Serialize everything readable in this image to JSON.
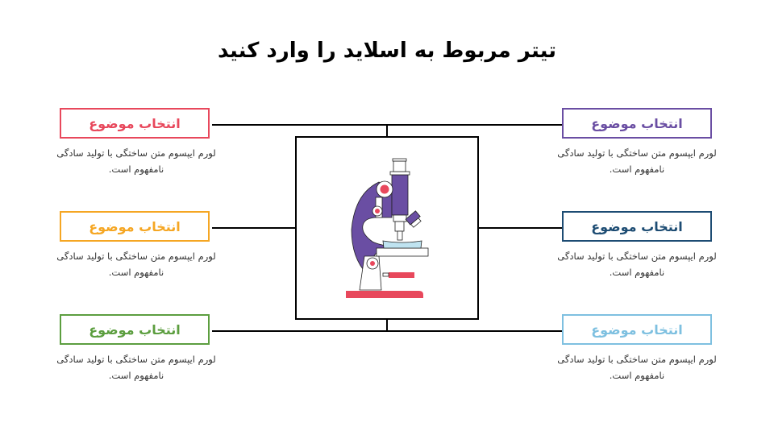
{
  "title": "تیتر مربوط به اسلاید را وارد کنید",
  "items": [
    {
      "heading": "انتخاب موضوع",
      "text": "لورم ایپسوم متن ساختگی با تولید سادگی نامفهوم است.",
      "color": "#e8485c"
    },
    {
      "heading": "انتخاب موضوع",
      "text": "لورم ایپسوم متن ساختگی با تولید سادگی نامفهوم است.",
      "color": "#f5a623"
    },
    {
      "heading": "انتخاب موضوع",
      "text": "لورم ایپسوم متن ساختگی با تولید سادگی نامفهوم است.",
      "color": "#5c9e3f"
    },
    {
      "heading": "انتخاب موضوع",
      "text": "لورم ایپسوم متن ساختگی با تولید سادگی نامفهوم است.",
      "color": "#6a4ea3"
    },
    {
      "heading": "انتخاب موضوع",
      "text": "لورم ایپسوم متن ساختگی با تولید سادگی نامفهوم است.",
      "color": "#1d4c73"
    },
    {
      "heading": "انتخاب موضوع",
      "text": "لورم ایپسوم متن ساختگی با تولید سادگی نامفهوم است.",
      "color": "#7ec0e0"
    }
  ],
  "center_icon": "microscope-icon"
}
